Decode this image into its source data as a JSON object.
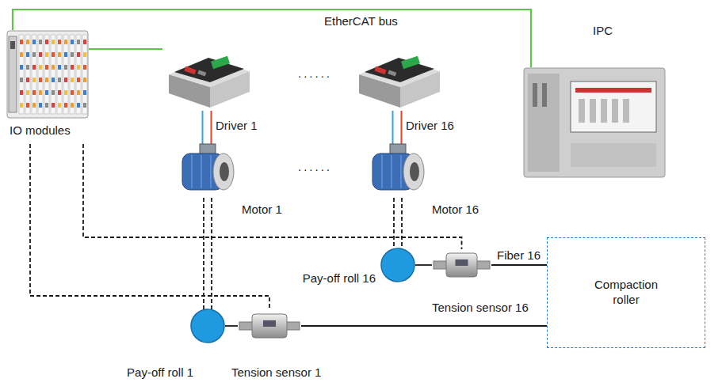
{
  "diagram": {
    "nodes": [
      {
        "text": [
          "IO modules"
        ]
      },
      {
        "text": [
          "Driver 1"
        ]
      },
      {
        "text": [
          "Driver 16"
        ]
      },
      {
        "text": [
          "IPC"
        ]
      },
      {
        "text": [
          "Motor 1"
        ]
      },
      {
        "text": [
          "Motor 16"
        ]
      },
      {
        "text": [
          "Pay-off roll 1"
        ]
      },
      {
        "text": [
          "Tension sensor 1"
        ]
      },
      {
        "text": [
          "Pay-off roll 16"
        ]
      },
      {
        "text": [
          "Tension sensor 16"
        ]
      },
      {
        "text": [
          "Compaction roller"
        ]
      }
    ],
    "edges": [
      {
        "from": 0,
        "to": 1,
        "arrow": "none"
      },
      {
        "from": 0,
        "to": 3,
        "arrow": "none"
      },
      {
        "from": 1,
        "to": 4,
        "arrow": "none"
      },
      {
        "from": 2,
        "to": 5,
        "arrow": "none"
      },
      {
        "from": 4,
        "to": 6,
        "arrow": "none"
      },
      {
        "from": 5,
        "to": 8,
        "arrow": "none"
      },
      {
        "from": 0,
        "to": 7,
        "arrow": "none"
      },
      {
        "from": 0,
        "to": 9,
        "arrow": "none"
      },
      {
        "from": 6,
        "to": 7,
        "arrow": "none"
      },
      {
        "from": 7,
        "to": 10,
        "arrow": "none"
      },
      {
        "from": 8,
        "to": 9,
        "arrow": "none"
      },
      {
        "from": 9,
        "to": 10,
        "label": "Fiber 16",
        "arrow": "none"
      }
    ],
    "labels": [
      "EtherCAT bus",
      "......",
      "......"
    ]
  }
}
